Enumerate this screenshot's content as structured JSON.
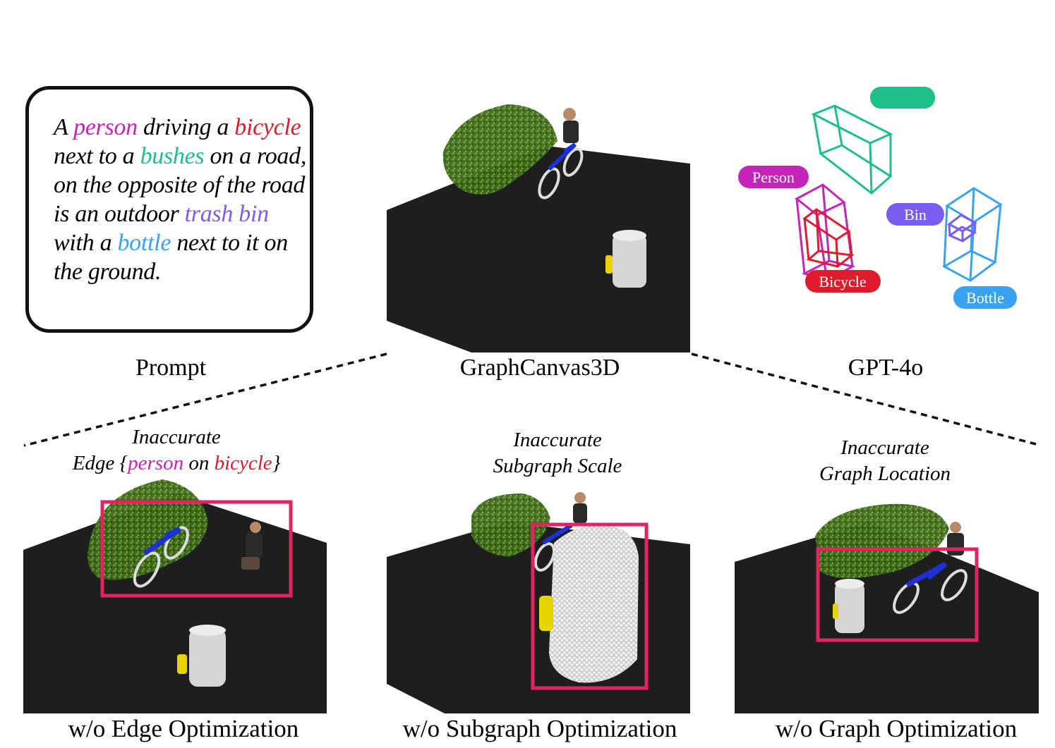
{
  "prompt": {
    "segments": [
      {
        "text": "A ",
        "color": "#000000"
      },
      {
        "text": "person",
        "color": "#c524b9"
      },
      {
        "text": " driving a ",
        "color": "#000000"
      },
      {
        "text": "bicycle",
        "color": "#e01b2d"
      },
      {
        "text": " next to a ",
        "color": "#000000"
      },
      {
        "text": "bushes",
        "color": "#1dbf8a"
      },
      {
        "text": " on a road, on the opposite of the road is an outdoor ",
        "color": "#000000"
      },
      {
        "text": "trash bin",
        "color": "#7b5cf0"
      },
      {
        "text": " with a ",
        "color": "#000000"
      },
      {
        "text": "bottle",
        "color": "#3aa3f0"
      },
      {
        "text": " next to it on the ground.",
        "color": "#000000"
      }
    ]
  },
  "captions": {
    "prompt": "Prompt",
    "graphcanvas": "GraphCanvas3D",
    "gpt4o": "GPT-4o",
    "edge": "w/o Edge Optimization",
    "subgraph": "w/o Subgraph Optimization",
    "graph": "w/o Graph Optimization"
  },
  "notes": {
    "edge_line1": "Inaccurate",
    "edge_line2_prefix": "Edge {",
    "edge_person": "person",
    "edge_on": " on ",
    "edge_bicycle": "bicycle",
    "edge_suffix": "}",
    "subgraph_line1": "Inaccurate",
    "subgraph_line2": "Subgraph Scale",
    "graph_line1": "Inaccurate",
    "graph_line2": "Graph Location"
  },
  "gpt_labels": {
    "person": "Person",
    "bin": "Bin",
    "bicycle": "Bicycle",
    "bottle": "Bottle"
  },
  "colors": {
    "person": "#c524b9",
    "bicycle": "#e01b2d",
    "bushes": "#1dbf8a",
    "bin": "#7b5cf0",
    "bottle": "#3aa3f0",
    "highlight": "#e0245e",
    "ground": "#1e1e1e",
    "bush": "#4c7a22"
  }
}
